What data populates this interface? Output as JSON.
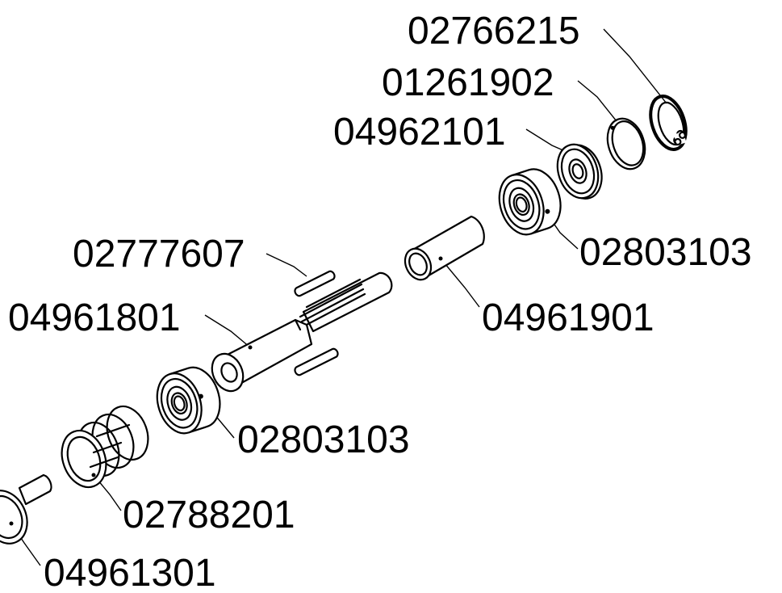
{
  "diagram": {
    "parts": [
      {
        "id": "p-02766215",
        "number": "02766215",
        "component": "retaining-ring"
      },
      {
        "id": "p-01261902",
        "number": "01261902",
        "component": "shim-washer"
      },
      {
        "id": "p-04962101",
        "number": "04962101",
        "component": "seal"
      },
      {
        "id": "p-02803103-top",
        "number": "02803103",
        "component": "ball-bearing"
      },
      {
        "id": "p-04961901",
        "number": "04961901",
        "component": "sleeve"
      },
      {
        "id": "p-02777607",
        "number": "02777607",
        "component": "pin"
      },
      {
        "id": "p-04961801",
        "number": "04961801",
        "component": "shaft"
      },
      {
        "id": "p-02803103-bottom",
        "number": "02803103",
        "component": "ball-bearing"
      },
      {
        "id": "p-02788201",
        "number": "02788201",
        "component": "spring"
      },
      {
        "id": "p-04961301",
        "number": "04961301",
        "component": "housing"
      }
    ]
  }
}
